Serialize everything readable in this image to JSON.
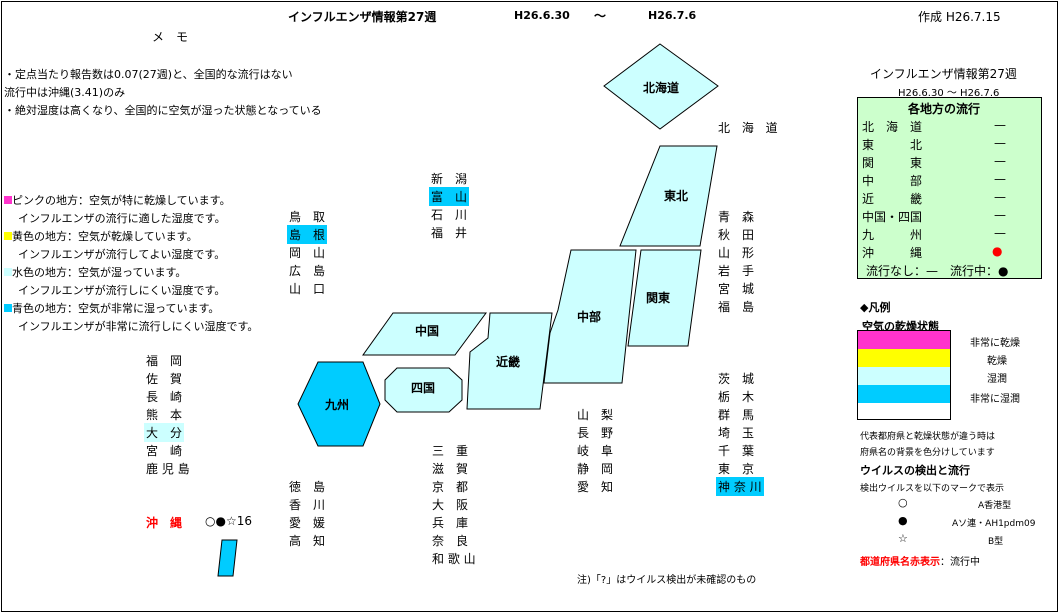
{
  "header": {
    "title": "インフルエンザ情報第27週",
    "date_from": "H26.6.30",
    "tilde": "～",
    "date_to": "H26.7.6",
    "created": "作成 H26.7.15"
  },
  "memo": {
    "heading": "メ　モ",
    "lines": [
      "・定点当たり報告数は0.07(27週)と、全国的な流行はない",
      "流行中は沖縄(3.41)のみ",
      "・絶対湿度は高くなり、全国的に空気が湿った状態となっている"
    ]
  },
  "color_notes": [
    {
      "color": "#ff33cc",
      "line1": "ピンクの地方：空気が特に乾燥しています。",
      "line2": "インフルエンザの流行に適した湿度です。"
    },
    {
      "color": "#ffff00",
      "line1": "黄色の地方：空気が乾燥しています。",
      "line2": "インフルエンザが流行してよい湿度です。"
    },
    {
      "color": "#ccffff",
      "line1": "水色の地方：空気が湿っています。",
      "line2": "インフルエンザが流行しにくい湿度です。"
    },
    {
      "color": "#00ccff",
      "line1": "青色の地方：空気が非常に湿っています。",
      "line2": "インフルエンザが非常に流行しにくい湿度です。"
    }
  ],
  "regions": {
    "hokkaido": "北海道",
    "tohoku": "東北",
    "kanto": "関東",
    "chubu": "中部",
    "kinki": "近畿",
    "chugoku": "中国",
    "shikoku": "四国",
    "kyushu": "九州"
  },
  "prefectures": {
    "hokkaido": [
      "北 海 道"
    ],
    "tohoku": [
      "青　森",
      "秋　田",
      "山　形",
      "岩　手",
      "宮　城",
      "福　島"
    ],
    "kanto": [
      "茨　城",
      "栃　木",
      "群　馬",
      "埼　玉",
      "千　葉",
      "東　京",
      "神 奈 川"
    ],
    "chubu_hokuriku": [
      "新　潟",
      "富　山",
      "石　川",
      "福　井"
    ],
    "chubu_inland": [
      "山　梨",
      "長　野",
      "岐　阜",
      "静　岡",
      "愛　知"
    ],
    "chugoku": [
      "鳥　取",
      "島　根",
      "岡　山",
      "広　島",
      "山　口"
    ],
    "kinki": [
      "三　重",
      "滋　賀",
      "京　都",
      "大　阪",
      "兵　庫",
      "奈　良",
      "和 歌 山"
    ],
    "shikoku": [
      "徳　島",
      "香　川",
      "愛　媛",
      "高　知"
    ],
    "kyushu": [
      "福　岡",
      "佐　賀",
      "長　崎",
      "熊　本",
      "大　分",
      "宮　崎",
      "鹿 児 島"
    ]
  },
  "okinawa": {
    "name": "沖　縄",
    "marks": "○●☆16"
  },
  "footnote": "注)「?」はウイルス検出が未確認のもの",
  "right_panel": {
    "title": "インフルエンザ情報第27週",
    "dates": "H26.6.30 ～ H26.7.6",
    "box_title": "各地方の流行",
    "rows": [
      {
        "name": "北　海　道",
        "status": "—"
      },
      {
        "name": "東　　　北",
        "status": "—"
      },
      {
        "name": "関　　　東",
        "status": "—"
      },
      {
        "name": "中　　　部",
        "status": "—"
      },
      {
        "name": "近　　　畿",
        "status": "—"
      },
      {
        "name": "中国・四国",
        "status": "—"
      },
      {
        "name": "九　　　州",
        "status": "—"
      },
      {
        "name": "沖　　　縄",
        "status": "●"
      }
    ],
    "footer": "流行なし：—　流行中：●",
    "active_color": "#ff0000"
  },
  "legend": {
    "heading": "◆凡例",
    "sub_heading": "空気の乾燥状態",
    "items": [
      {
        "color": "#ff33cc",
        "label": "非常に乾燥"
      },
      {
        "color": "#ffff00",
        "label": "乾燥"
      },
      {
        "color": "#ccffff",
        "label": "湿潤"
      },
      {
        "color": "#00ccff",
        "label": "非常に湿潤"
      }
    ],
    "note1": "代表都府県と乾燥状態が違う時は",
    "note2": "府県名の背景を色分けしています",
    "virus_heading": "ウイルスの検出と流行",
    "virus_note": "検出ウイルスを以下のマークで表示",
    "virus_marks": [
      {
        "mark": "○",
        "label": "A香港型"
      },
      {
        "mark": "●",
        "label": "Aソ連・AH1pdm09"
      },
      {
        "mark": "☆",
        "label": "B型"
      }
    ],
    "red_label": "都道府県名赤表示",
    "red_label_suffix": "：流行中"
  }
}
